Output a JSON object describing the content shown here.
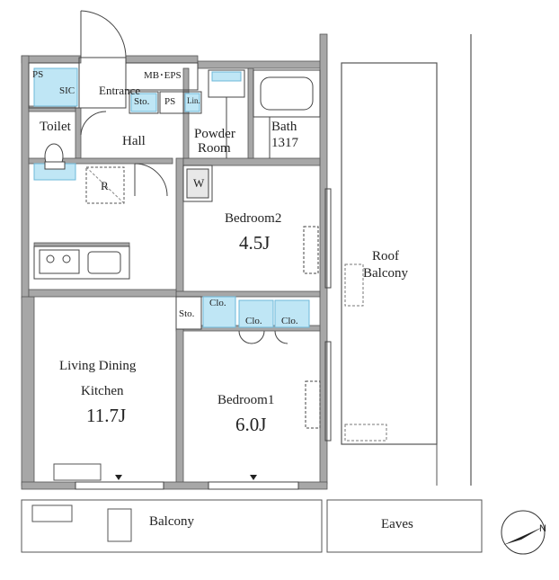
{
  "rooms": {
    "entrance": "Entrance",
    "sic": "SIC",
    "ps_top": "PS",
    "mb_eps": "MB･EPS",
    "storage_hall": "Sto.",
    "ps_hall": "PS",
    "linen": "Lin.",
    "toilet": "Toilet",
    "hall": "Hall",
    "powder_room_1": "Powder",
    "powder_room_2": "Room",
    "bath": "Bath",
    "bath_size": "1317",
    "refrigerator": "R",
    "washer": "W",
    "bedroom2": "Bedroom2",
    "bedroom2_size": "4.5J",
    "roof_balcony_1": "Roof",
    "roof_balcony_2": "Balcony",
    "closet_a": "Clo.",
    "closet_b": "Clo.",
    "closet_c": "Clo.",
    "storage_mid": "Sto.",
    "ldk_1": "Living Dining",
    "ldk_2": "Kitchen",
    "ldk_size": "11.7J",
    "bedroom1": "Bedroom1",
    "bedroom1_size": "6.0J",
    "balcony": "Balcony",
    "eaves": "Eaves"
  },
  "compass": {
    "north_label": "N"
  },
  "colors": {
    "wall": "#9a9a9a",
    "wall_dark": "#6e6e6e",
    "line": "#444444",
    "fixture_blue": "#bfe6f5",
    "fixture_blue_dark": "#7fc7e6"
  }
}
